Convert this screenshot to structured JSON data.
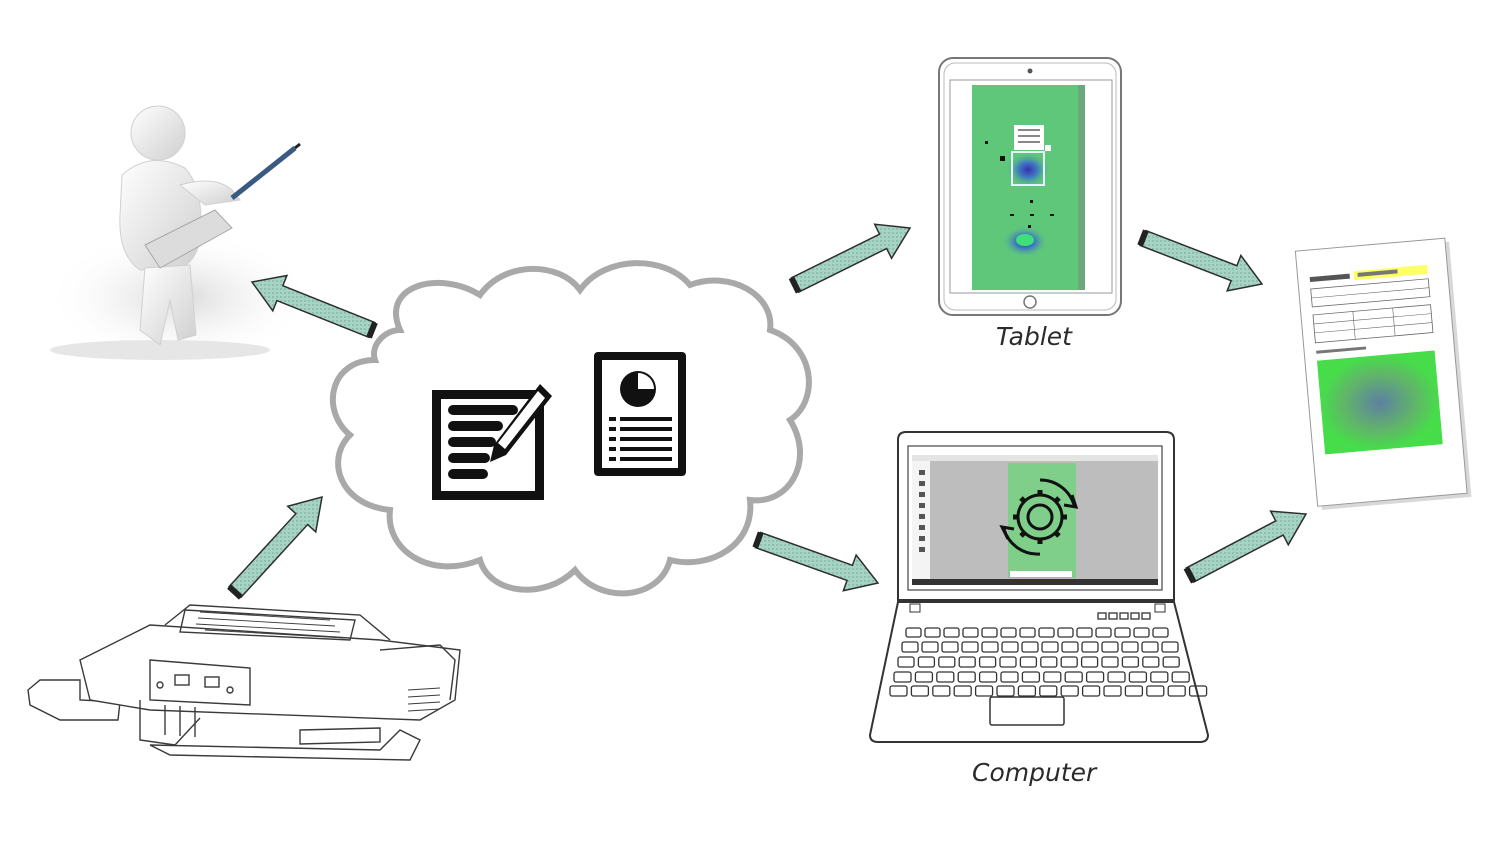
{
  "labels": {
    "tablet": "Tablet",
    "computer": "Computer"
  },
  "colors": {
    "arrow_fill": "#a6d4c4",
    "arrow_stroke": "#2e2e2e",
    "cloud_stroke": "#a9a9a9",
    "screen_green": "#5fc77a",
    "report_green": "#47dd4a",
    "report_highlight": "#ffff66"
  },
  "icons": [
    "technician-with-screwdriver-figure",
    "inspection-instrument-device",
    "cloud",
    "edit-document-icon",
    "report-document-icon",
    "tablet-device",
    "laptop-computer",
    "gear-sync-icon",
    "printed-report-page"
  ]
}
